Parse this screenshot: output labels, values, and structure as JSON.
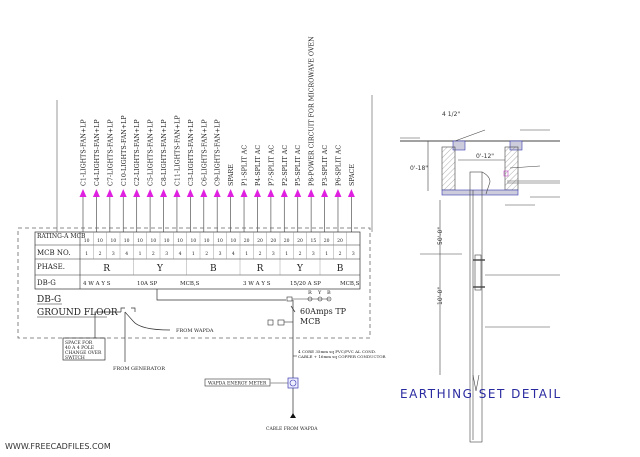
{
  "circuits": {
    "lighting": [
      "C1-LIGHTS-FAN+LP",
      "C4-LIGHTS-FAN+LP",
      "C7-LIGHTS-FAN+LP",
      "C10-LIGHTS-FAN+LP",
      "C2-LIGHTS-FAN+LP",
      "C5-LIGHTS-FAN+LP",
      "C8-LIGHTS-FAN+LP",
      "C11-LIGHTS-FAN+LP",
      "C3-LIGHTS-FAN+LP",
      "C6-LIGHTS-FAN+LP",
      "C9-LIGHTS-FAN+LP",
      "SPARE"
    ],
    "power": [
      "P1-SPLIT AC",
      "P4-SPLIT AC",
      "P7-SPLIT AC",
      "P2-SPLIT AC",
      "P5-SPLIT AC",
      "P8-POWER CIRCUIT FOR MICROWAVE OVEN",
      "P3-SPLIT AC",
      "P6-SPLIT AC",
      "SPACE"
    ],
    "arrow_color": "#e020e0"
  },
  "table": {
    "row_labels": [
      "RATING-A MCB",
      "MCB NO.",
      "PHASE.",
      "DB-G"
    ],
    "ratings": [
      "10",
      "10",
      "10",
      "10",
      "10",
      "10",
      "10",
      "10",
      "10",
      "10",
      "10",
      "10",
      "20",
      "20",
      "20",
      "20",
      "20",
      "15",
      "20",
      "20",
      ""
    ],
    "mcb_numbers": [
      "1",
      "2",
      "3",
      "4",
      "1",
      "2",
      "3",
      "4",
      "1",
      "2",
      "3",
      "4",
      "1",
      "2",
      "3",
      "1",
      "2",
      "3",
      "1",
      "2",
      "3"
    ],
    "phases": [
      "R",
      "Y",
      "B",
      "R",
      "Y",
      "B"
    ],
    "dbg_row": [
      "4 W A Y S",
      "10A SP",
      "MCB,S",
      "3 W A Y S",
      "15/20 A SP",
      "MCB,S"
    ]
  },
  "labels": {
    "db": "DB-G",
    "floor": "GROUND FLOOR",
    "from_wapda": "FROM WAPDA",
    "changeover": [
      "SPACE FOR",
      "40 A 4 POLE",
      "CHANGE OVER",
      "SWITCH"
    ],
    "from_generator": "FROM GENERATOR",
    "mcb_main": [
      "60Amps TP",
      "MCB"
    ],
    "ryb": [
      "R",
      "Y",
      "B"
    ],
    "cable_note": [
      "4 CORE 35mm sq PVC/PVC AL COND.",
      "CABLE + 16mm sq COPPER CONDUCTOR"
    ],
    "meter": "WAPDA ENERGY METER",
    "cable_from": "CABLE FROM WAPDA",
    "watermark": "WWW.FREECADFILES.COM"
  },
  "earthing": {
    "title": "EARTHING SET DETAIL",
    "dims": [
      "4 1/2\"",
      "0'-18\"",
      "0'-12\"",
      "50'-0\"",
      "10'-0\""
    ],
    "title_color": "#2a2aa0"
  }
}
